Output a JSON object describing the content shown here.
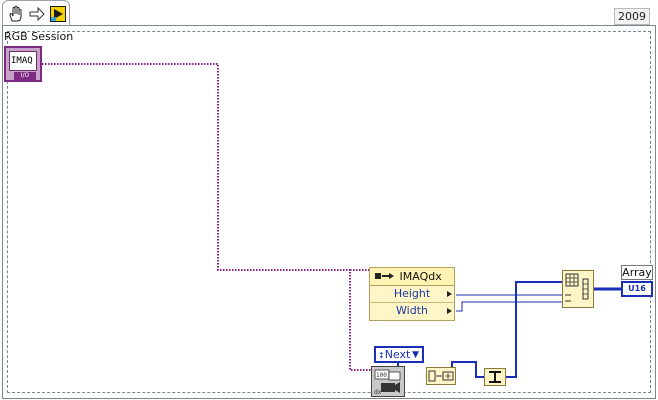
{
  "snippet": {
    "version": "2009"
  },
  "session": {
    "label": "RGB Session",
    "face_text": "IMAQ",
    "terminal_tag": "I/O"
  },
  "property_node": {
    "class": "IMAQdx",
    "properties": [
      "Height",
      "Width"
    ]
  },
  "ring": {
    "value": "Next"
  },
  "array_indicator": {
    "label": "Array",
    "type": "U16"
  },
  "colors": {
    "session_wire": "#8a1e8a",
    "int_wire": "#1a2fb5",
    "node_fill": "#fff6c8"
  }
}
